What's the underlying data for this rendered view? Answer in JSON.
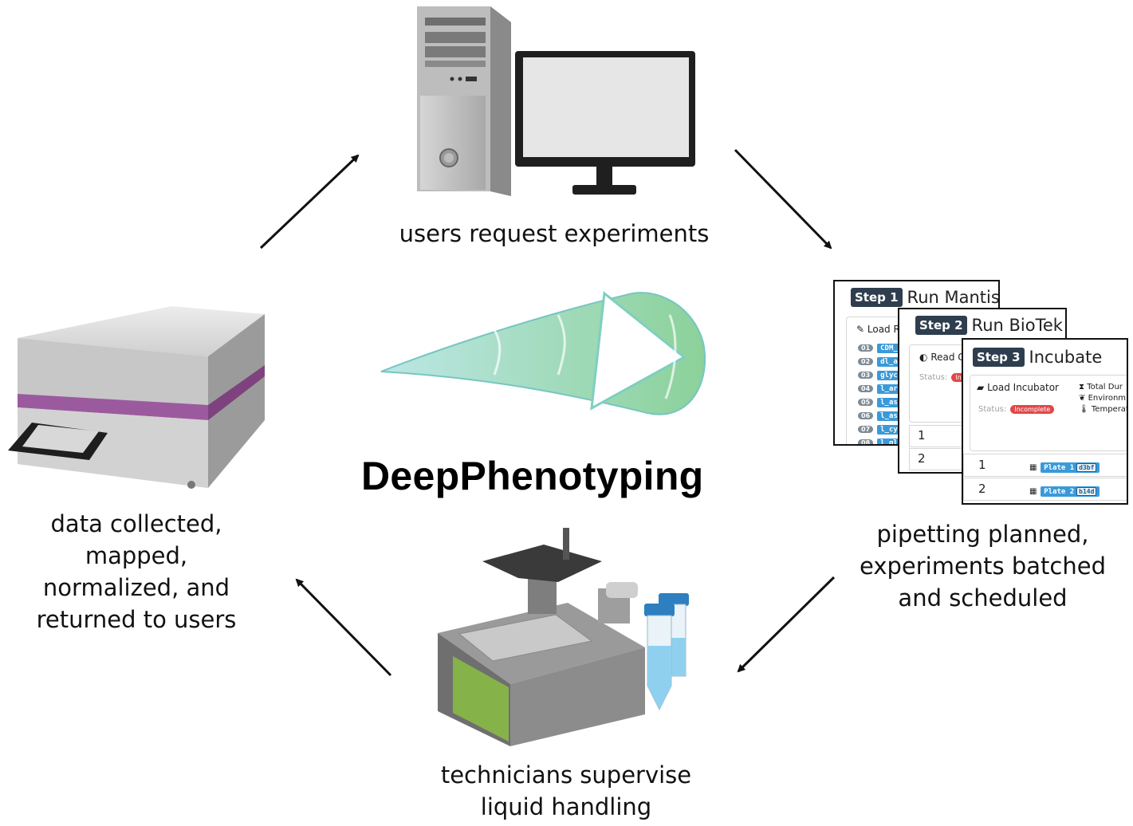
{
  "title": "DeepPhenotyping",
  "captions": {
    "top": "users request experiments",
    "right": [
      "pipetting planned,",
      "experiments batched",
      "and scheduled"
    ],
    "bottom": [
      "technicians supervise",
      "liquid handling"
    ],
    "left": [
      "data collected, mapped,",
      "normalized, and",
      "returned to users"
    ]
  },
  "step1": {
    "badge": "Step 1",
    "title": "Run Mantis",
    "panel_label": "Load R",
    "reagents": [
      {
        "num": "01",
        "code": "CDM_b"
      },
      {
        "num": "02",
        "code": "dl_al"
      },
      {
        "num": "03",
        "code": "glyci"
      },
      {
        "num": "04",
        "code": "l_arg"
      },
      {
        "num": "05",
        "code": "l_asp"
      },
      {
        "num": "06",
        "code": "l_asp"
      },
      {
        "num": "07",
        "code": "l_cys"
      },
      {
        "num": "08",
        "code": "l_glu"
      }
    ]
  },
  "step2": {
    "badge": "Step 2",
    "title": "Run BioTek",
    "panel_label": "Read C",
    "status_label": "Status:",
    "status_value": "Inco",
    "rows": [
      "1",
      "2"
    ]
  },
  "step3": {
    "badge": "Step 3",
    "title": "Incubate",
    "panel_label": "Load Incubator",
    "status_label": "Status:",
    "status_value": "Incomplete",
    "meta": [
      "Total Dur",
      "Environm",
      "Temperat"
    ],
    "rows": [
      {
        "num": "1",
        "plate": "Plate 1",
        "hash": "d3bf"
      },
      {
        "num": "2",
        "plate": "Plate 2",
        "hash": "b14d"
      }
    ]
  },
  "colors": {
    "arrow_gradient_start": "#a6e0dc",
    "arrow_gradient_end": "#8fd39b",
    "badge": "#2f3e4e",
    "status_red": "#e04848",
    "plate_blue": "#3a9ad9",
    "reader_purple": "#9b5a9e",
    "pipettor_green": "#86b24a"
  }
}
